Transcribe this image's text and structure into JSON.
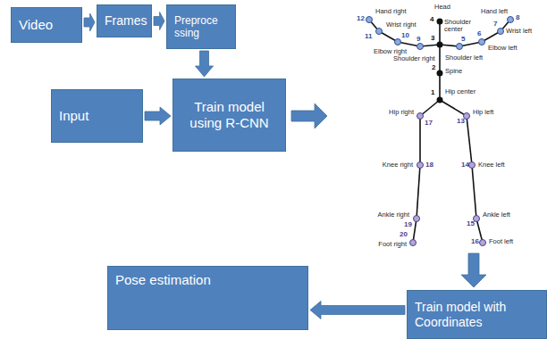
{
  "diagram": {
    "nodes": [
      {
        "text": [
          "Video"
        ]
      },
      {
        "text": [
          "Frames"
        ]
      },
      {
        "text": [
          "Preproce ssing"
        ]
      },
      {
        "text": [
          "Input"
        ]
      },
      {
        "text": [
          "Train model using R-CNN"
        ]
      },
      {
        "text": [
          "Pose estimation"
        ]
      },
      {
        "text": [
          "Train model with Coordinates"
        ]
      }
    ],
    "edges": [
      {
        "from": 0,
        "to": 1,
        "arrow": "to"
      },
      {
        "from": 1,
        "to": 2,
        "arrow": "to"
      },
      {
        "from": 2,
        "to": 4,
        "arrow": "to"
      },
      {
        "from": 3,
        "to": 4,
        "arrow": "to"
      },
      {
        "from": 6,
        "to": 5,
        "arrow": "to"
      }
    ],
    "labels": [
      "Head",
      "4",
      "Hand right",
      "12",
      "Wrist right",
      "11",
      "Elbow right",
      "10",
      "Shoulder right",
      "9",
      "Shoulder center",
      "3",
      "Hand left",
      "8",
      "Wrist left",
      "7",
      "Elbow left",
      "6",
      "Shoulder left",
      "5",
      "Spine",
      "2",
      "Hip center",
      "1",
      "Hip right",
      "17",
      "Knee right",
      "18",
      "Ankle right",
      "19",
      "Foot right",
      "20",
      "Hip left",
      "13",
      "Knee left",
      "14",
      "Ankle left",
      "15",
      "Foot left",
      "16"
    ]
  }
}
